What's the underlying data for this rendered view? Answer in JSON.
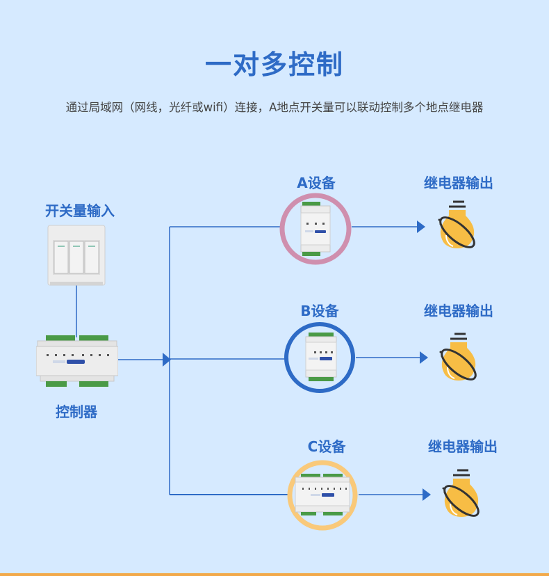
{
  "header": {
    "title": "一对多控制",
    "subtitle": "通过局域网（网线，光纤或wifi）连接，A地点开关量可以联动控制多个地点继电器"
  },
  "source": {
    "switch_label": "开关量输入",
    "controller_label": "控制器"
  },
  "devices": [
    {
      "label": "A设备",
      "ring_color": "#cf8fae",
      "output_label": "继电器输出",
      "module_size": "small"
    },
    {
      "label": "B设备",
      "ring_color": "#2e6bc6",
      "output_label": "继电器输出",
      "module_size": "medium"
    },
    {
      "label": "C设备",
      "ring_color": "#f9c97a",
      "output_label": "继电器输出",
      "module_size": "large"
    }
  ],
  "colors": {
    "accent": "#2e6bc6",
    "background": "#d6eaff",
    "bulb": "#f7bd45",
    "bottom_bar": "#f2a94a"
  },
  "icons": {
    "switch": "wall-switch-icon",
    "controller": "din-rail-controller-icon",
    "bulb": "light-bulb-icon",
    "arrow": "arrow-right-icon"
  }
}
